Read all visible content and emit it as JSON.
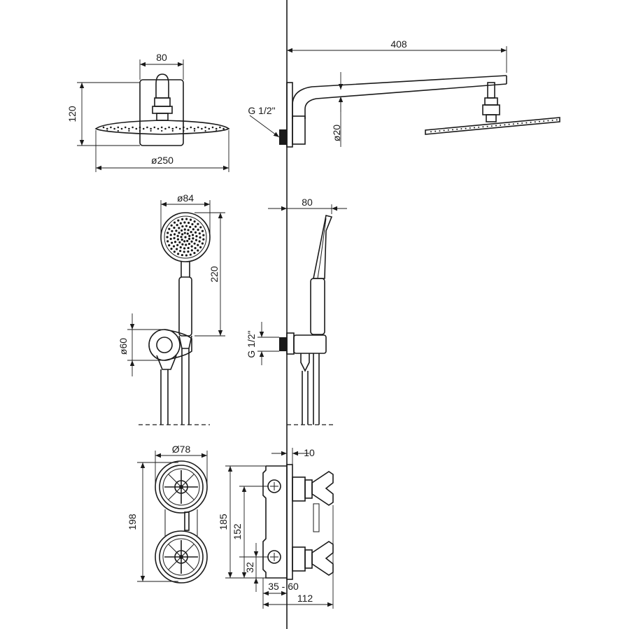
{
  "dimensions": {
    "overhead_width": "80",
    "overhead_height": "120",
    "overhead_diameter": "ø250",
    "arm_length": "408",
    "arm_thread": "G 1/2\"",
    "arm_pipe": "ø20",
    "hand_diameter": "ø84",
    "hand_length": "220",
    "holder_diameter": "ø60",
    "hand_side_depth": "80",
    "outlet_thread": "G 1/2\"",
    "handle_diameter": "Ø78",
    "valve_height": "198",
    "wall_offset": "10",
    "body_height": "185",
    "axis_spacing": "152",
    "axis_bottom": "32",
    "embed_depth": "35 - 60",
    "total_depth": "112"
  }
}
